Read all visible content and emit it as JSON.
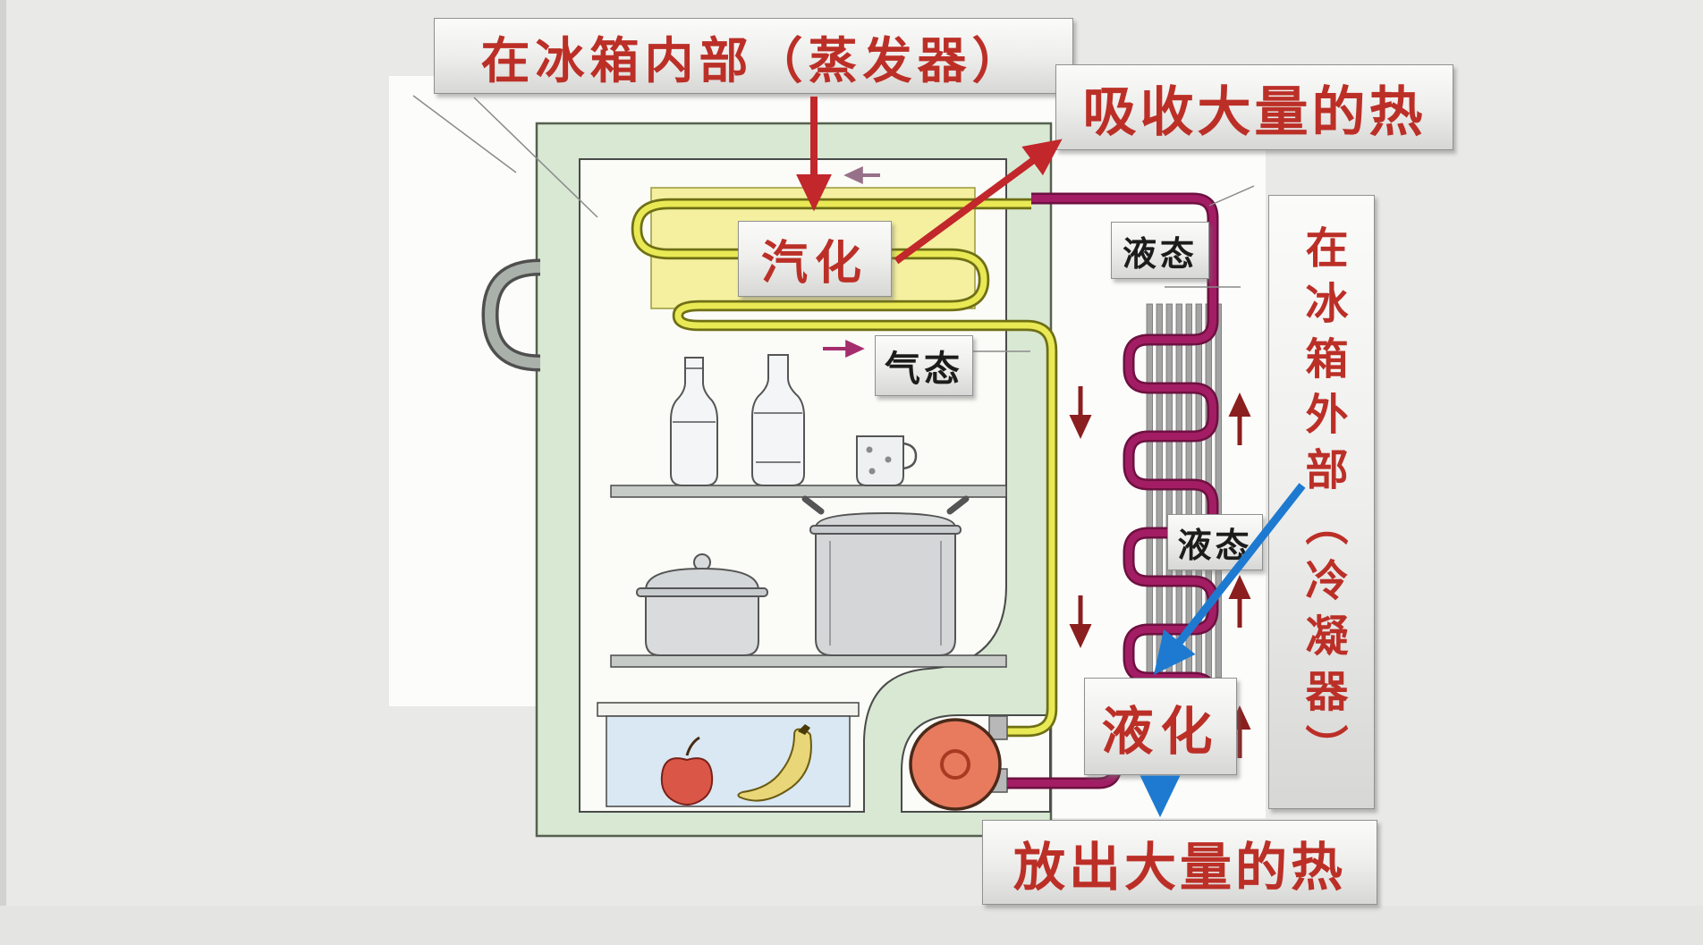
{
  "slide": {
    "background_color": "#e9e9e8",
    "panel_color": "#fcfcfa"
  },
  "labels": {
    "inside_evaporator": "在冰箱内部（蒸发器）",
    "absorb_heat": "吸收大量的热",
    "vaporization": "汽化",
    "liquid_state_top": "液态",
    "gas_state": "气态",
    "liquid_state_mid": "液态",
    "liquefaction": "液化",
    "release_heat": "放出大量的热",
    "outside_condenser": "在冰箱外部（冷凝器）"
  },
  "colors": {
    "red_text": "#bb2f27",
    "black_text": "#1c1c1c",
    "red_arrow": "#c1272b",
    "blue_arrow": "#1e7ad0",
    "dark_red_flow_arrow": "#8b1e1e",
    "yellow_pipe": "#e9e955",
    "magenta_pipe": "#a21d64",
    "cabinet_green": "#d8e8d3",
    "evaporator_panel_yellow": "#f4f0a0",
    "compressor_orange": "#e87a5e",
    "drawer_blue": "#d9e8f2"
  },
  "icons": {
    "down_arrow": "red-down-arrow",
    "diagonal_arrow_absorb": "red-diagonal-arrow",
    "blue_arrow_liquefy": "blue-diagonal-arrow",
    "blue_arrow_release": "blue-down-arrow",
    "flow_left_arrow": "mauve-left-arrow",
    "flow_right_arrow": "magenta-right-arrow"
  }
}
